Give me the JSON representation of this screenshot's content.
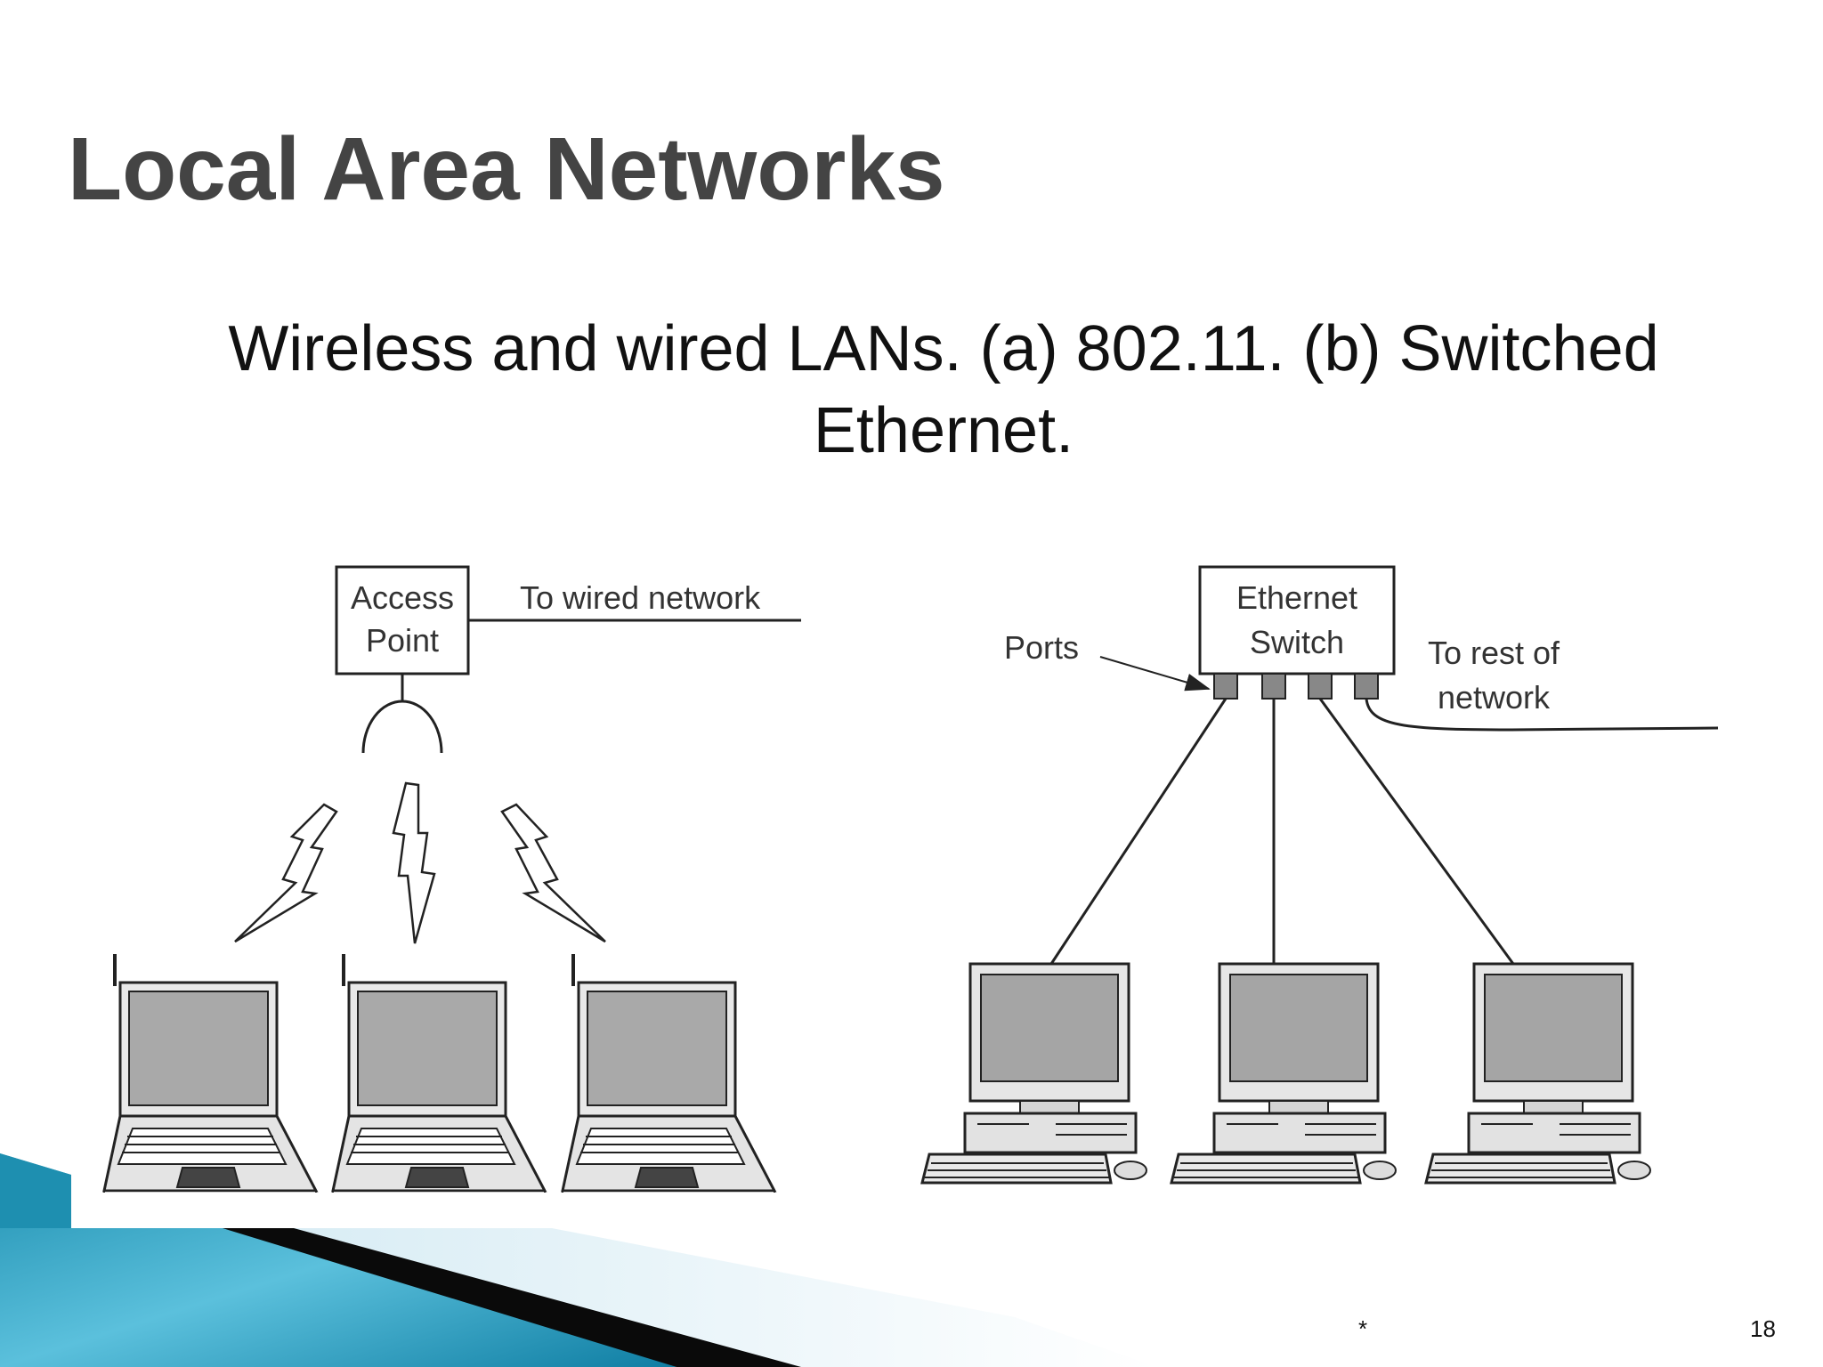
{
  "slide": {
    "title": "Local Area Networks",
    "caption": "Wireless and wired LANs. (a) 802.11. (b) Switched Ethernet.",
    "footer_mark": "*",
    "page_number": "18"
  },
  "diagram": {
    "wireless": {
      "access_point_label": [
        "Access",
        "Point"
      ],
      "wired_link_label": "To wired network",
      "laptops": 3
    },
    "wired": {
      "switch_label": [
        "Ethernet",
        "Switch"
      ],
      "ports_label": "Ports",
      "rest_label": [
        "To rest of",
        "network"
      ],
      "desktops": 3
    }
  },
  "colors": {
    "title": "#444444",
    "deco_teal": "#1e8fb0",
    "deco_light": "#5bc0dc",
    "deco_black": "#0a0a0a",
    "deco_pale": "#cfe8f2"
  }
}
